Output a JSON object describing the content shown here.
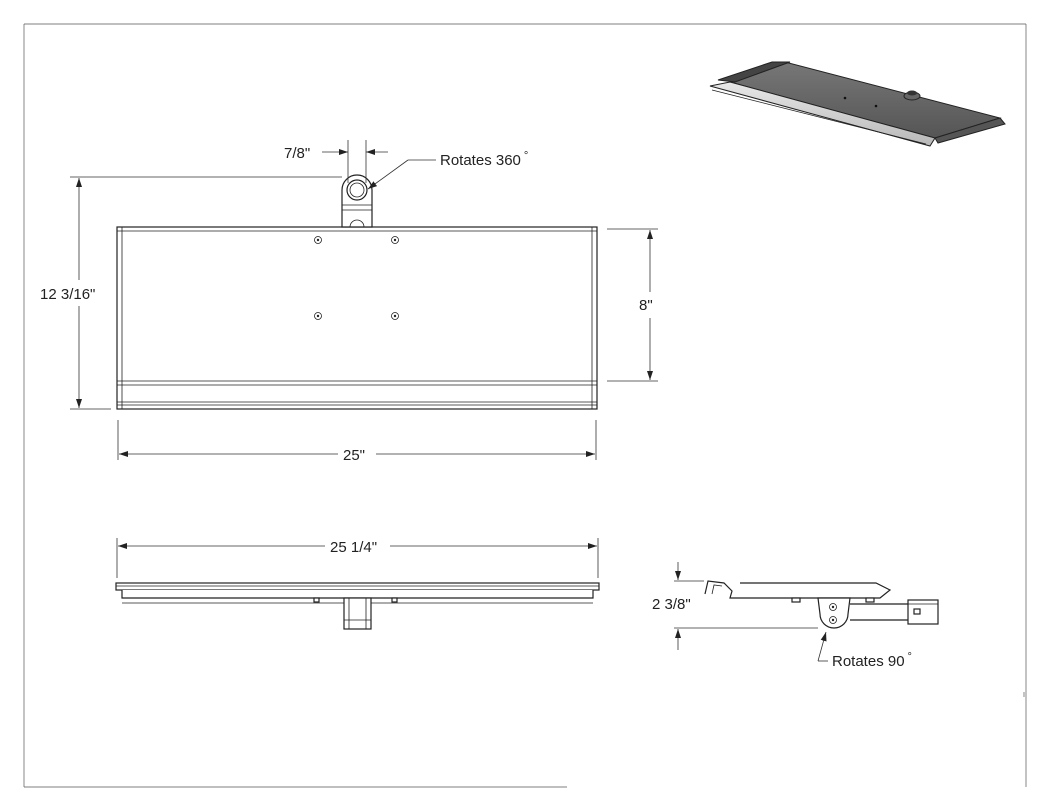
{
  "dimensions": {
    "tube_width": "7/8\"",
    "overall_height": "12 3/16\"",
    "tray_depth": "8\"",
    "tray_width": "25\"",
    "overall_width": "25 1/4\"",
    "side_height": "2 3/8\""
  },
  "annotations": {
    "rotate_top": "Rotates 360",
    "rotate_side": "Rotates 90",
    "degree_symbol": "°"
  }
}
